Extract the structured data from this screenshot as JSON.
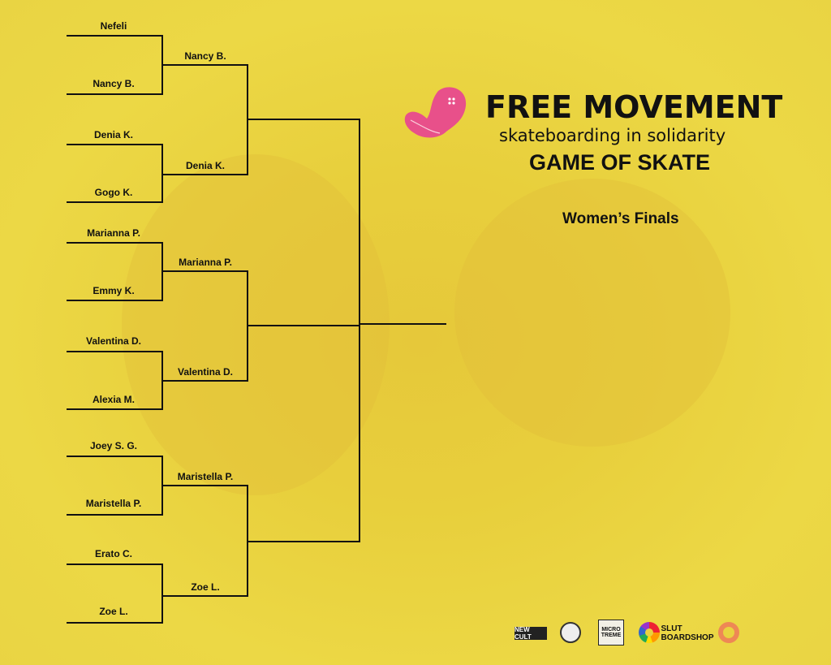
{
  "header": {
    "brand": "FREE MOVEMENT",
    "tagline": "skateboarding in solidarity",
    "event": "GAME OF SKATE",
    "category": "Women’s Finals"
  },
  "bracket": {
    "round1": [
      "Nefeli",
      "Nancy B.",
      "Denia K.",
      "Gogo K.",
      "Marianna P.",
      "Emmy K.",
      "Valentina D.",
      "Alexia M.",
      "Joey S. G.",
      "Maristella P.",
      "Erato C.",
      "Zoe L."
    ],
    "round2": [
      "Nancy B.",
      "Denia K.",
      "Marianna P.",
      "Valentina D.",
      "Maristella P.",
      "Zoe L."
    ]
  },
  "sponsors": [
    "NEW CULT",
    "circle-logo",
    "MICRO TREME",
    "C",
    "SLUT BOARDSHOP",
    "lifebuoy-logo"
  ],
  "colors": {
    "background": "#e9d240",
    "lines": "#111111",
    "logo": "#e8508a"
  }
}
